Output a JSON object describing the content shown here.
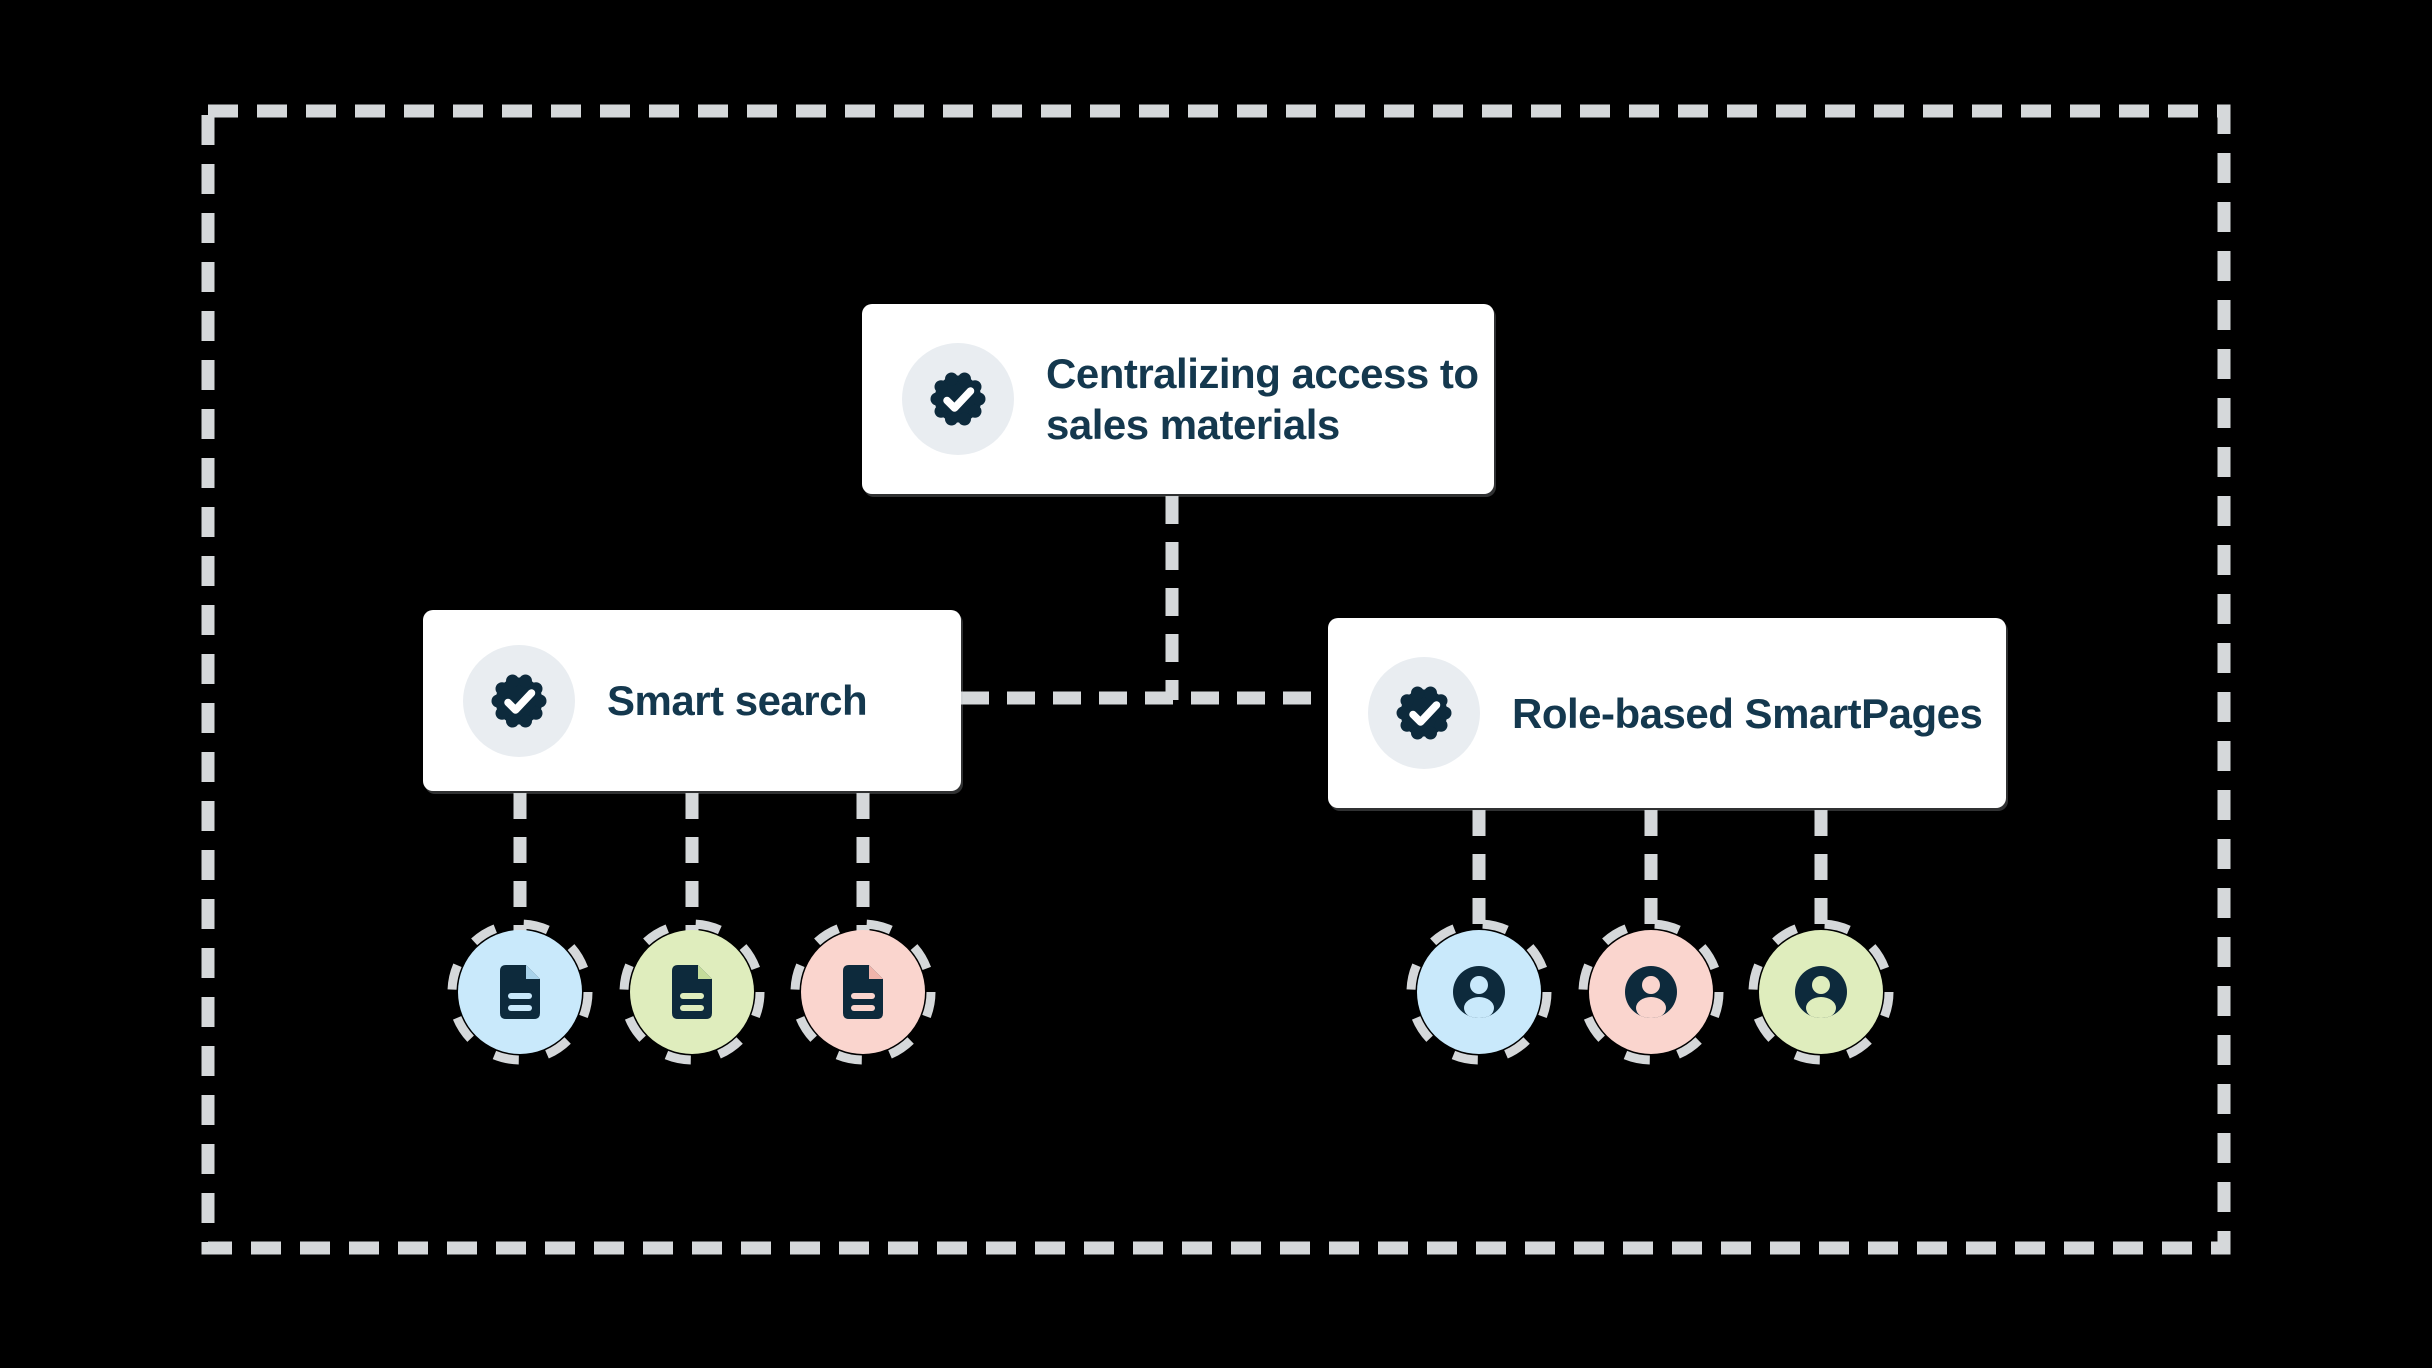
{
  "page": {
    "background": "#000000"
  },
  "colors": {
    "dash": "#d5d8da",
    "navy": "#0d2a3c",
    "text": "#14384e",
    "card_bg": "#ffffff",
    "badge_bg": "#e9edf1",
    "check": "#ffffff"
  },
  "cards": {
    "root": {
      "label": "Centralizing access to\nsales materials"
    },
    "left": {
      "label": "Smart search"
    },
    "right": {
      "label": "Role-based SmartPages"
    }
  },
  "items": {
    "left": [
      {
        "name": "document-blue",
        "circle": "#c9e9fb",
        "accent": "#a9d3eb"
      },
      {
        "name": "document-green",
        "circle": "#dfedbd",
        "accent": "#c4dc9b"
      },
      {
        "name": "document-pink",
        "circle": "#fad5ce",
        "accent": "#f0b4ab"
      }
    ],
    "right": [
      {
        "name": "person-blue",
        "circle": "#c9e9fb"
      },
      {
        "name": "person-pink",
        "circle": "#fad5ce"
      },
      {
        "name": "person-green",
        "circle": "#dfedbd"
      }
    ]
  }
}
